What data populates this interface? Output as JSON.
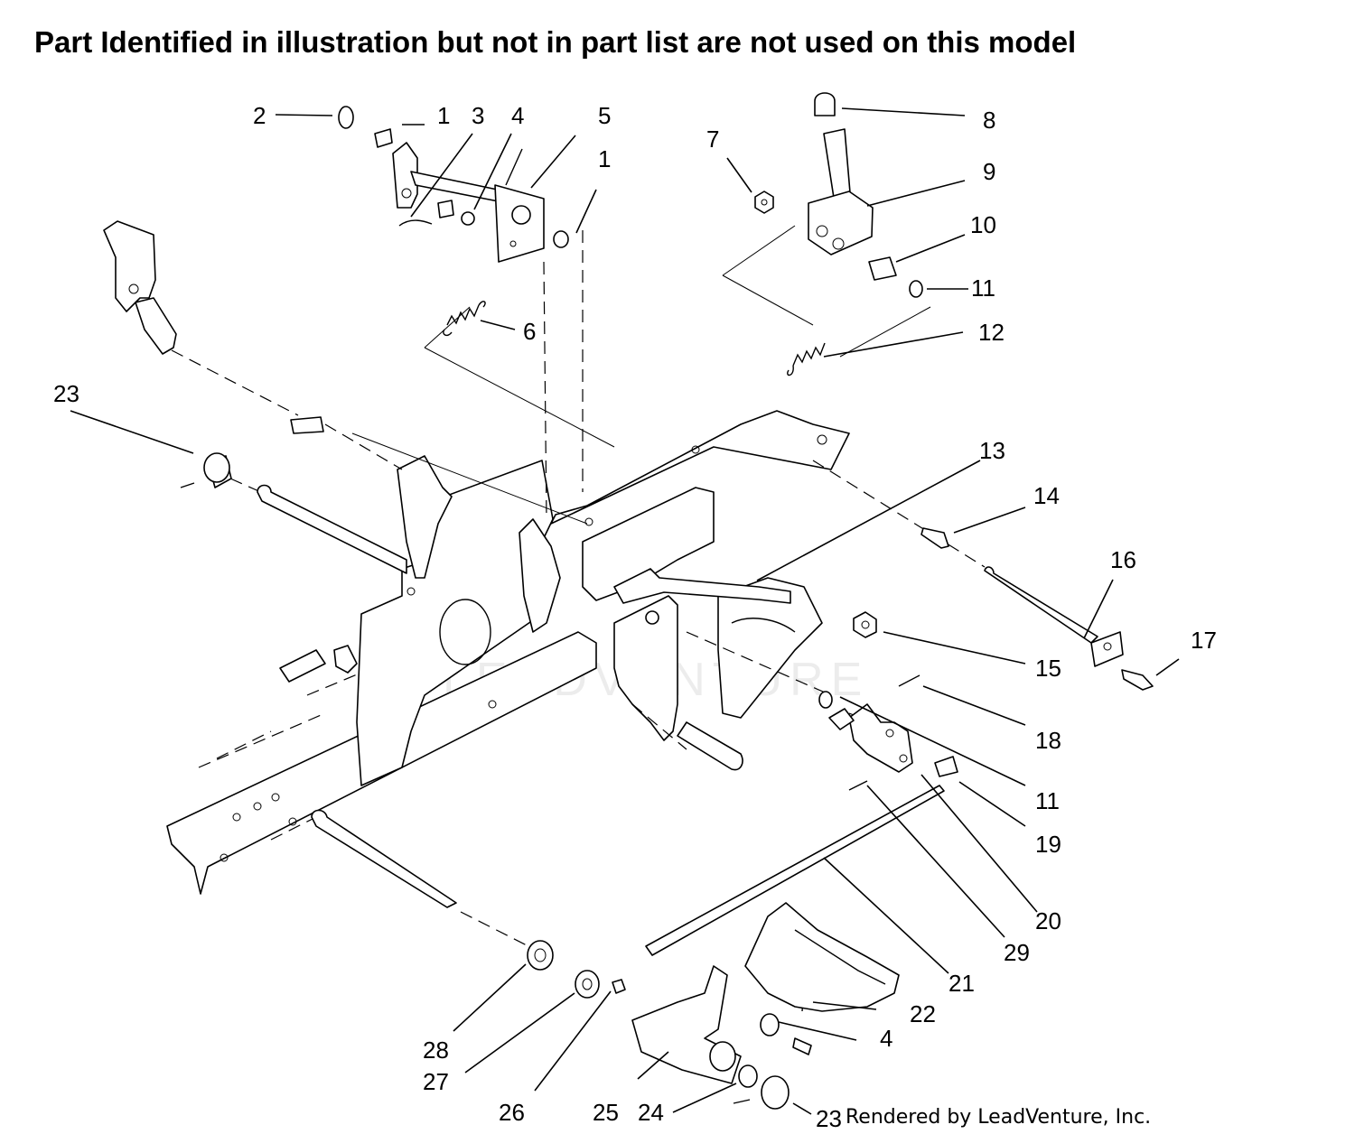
{
  "heading": "Part Identified in illustration but not in part list are not used on this model",
  "credit": "Rendered by LeadVenture, Inc.",
  "watermark": "LEADVENTURE",
  "callouts": [
    {
      "id": "c2",
      "label": "2"
    },
    {
      "id": "c1a",
      "label": "1"
    },
    {
      "id": "c3",
      "label": "3"
    },
    {
      "id": "c4a",
      "label": "4"
    },
    {
      "id": "c5",
      "label": "5"
    },
    {
      "id": "c1b",
      "label": "1"
    },
    {
      "id": "c7",
      "label": "7"
    },
    {
      "id": "c8",
      "label": "8"
    },
    {
      "id": "c9",
      "label": "9"
    },
    {
      "id": "c10",
      "label": "10"
    },
    {
      "id": "c11a",
      "label": "11"
    },
    {
      "id": "c12",
      "label": "12"
    },
    {
      "id": "c6",
      "label": "6"
    },
    {
      "id": "c23a",
      "label": "23"
    },
    {
      "id": "c13",
      "label": "13"
    },
    {
      "id": "c14",
      "label": "14"
    },
    {
      "id": "c16",
      "label": "16"
    },
    {
      "id": "c17",
      "label": "17"
    },
    {
      "id": "c15",
      "label": "15"
    },
    {
      "id": "c18",
      "label": "18"
    },
    {
      "id": "c11b",
      "label": "11"
    },
    {
      "id": "c19",
      "label": "19"
    },
    {
      "id": "c20",
      "label": "20"
    },
    {
      "id": "c29",
      "label": "29"
    },
    {
      "id": "c21",
      "label": "21"
    },
    {
      "id": "c22",
      "label": "22"
    },
    {
      "id": "c4b",
      "label": "4"
    },
    {
      "id": "c28",
      "label": "28"
    },
    {
      "id": "c27",
      "label": "27"
    },
    {
      "id": "c26",
      "label": "26"
    },
    {
      "id": "c25",
      "label": "25"
    },
    {
      "id": "c24",
      "label": "24"
    },
    {
      "id": "c23b",
      "label": "23"
    }
  ]
}
